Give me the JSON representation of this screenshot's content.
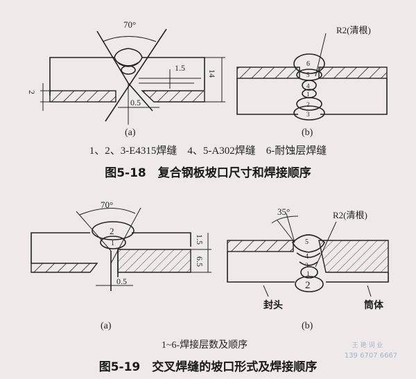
{
  "figure_5_18": {
    "a": {
      "angle": "70°",
      "dim_top": "1.5",
      "dim_total": "14",
      "dim_clad": "2",
      "dim_gap": "0.5",
      "label": "(a)"
    },
    "b": {
      "root": "R2(清根)",
      "passes": [
        "6",
        "5",
        "4",
        "1",
        "2",
        "3"
      ],
      "label": "(b)"
    },
    "legend": "1、2、3-E4315焊缝　4、5-A302焊缝　6-耐蚀层焊缝",
    "title": "图5-18　复合钢板坡口尺寸和焊接顺序"
  },
  "figure_5_19": {
    "a": {
      "angle": "70°",
      "passes": [
        "2",
        "1"
      ],
      "dim_top": "1.5",
      "dim_bottom": "6.5",
      "dim_gap": "0.5",
      "label": "(a)"
    },
    "b": {
      "angle": "35°",
      "root": "R2(清根)",
      "passes": [
        "5",
        "4",
        "3",
        "1",
        "2"
      ],
      "left_part": "封头",
      "right_part": "筒体",
      "label": "(b)"
    },
    "legend": "1~6-焊接层数及顺序",
    "title": "图5-19　交叉焊缝的坡口形式及焊接顺序"
  },
  "watermark": {
    "name": "王 艳 词 业",
    "phone": "139 6707 6667"
  }
}
